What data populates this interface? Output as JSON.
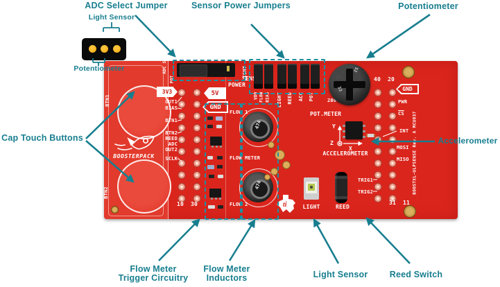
{
  "figure": {
    "annotation_color": "#177E8F",
    "dash_color": "#1F8FA0",
    "board_color": "#DA251C",
    "legend_dot_color": "#F5A300"
  },
  "annotations": {
    "adc_select_jumper": "ADC Select Jumper",
    "sensor_power_jumpers": "Sensor Power Jumpers",
    "potentiometer": "Potentiometer",
    "cap_touch_buttons": "Cap Touch Buttons",
    "accelerometer": "Accelerometer",
    "flow_meter_trigger_line1": "Flow Meter",
    "flow_meter_trigger_line2": "Trigger Circuitry",
    "flow_meter_inductors_line1": "Flow Meter",
    "flow_meter_inductors_line2": "Inductors",
    "light_sensor": "Light Sensor",
    "reed_switch": "Reed Switch"
  },
  "legend": {
    "light_sensor_label": "Light Sensor",
    "potentiometer_label": "Potentiometer"
  },
  "board": {
    "tags": {
      "v33": "3V3",
      "v5": "5V",
      "gnd_left": "GND",
      "gnd_right": "GND"
    },
    "left_pins": [
      "OUT1",
      "BIAS",
      "BTN1",
      "BTN2",
      "REED",
      "ADC",
      "OUT2",
      "SCLK"
    ],
    "right_pins": [
      "PWR",
      "CS",
      "INT",
      "MOSI",
      "MISO"
    ],
    "trig1": "TRIG1",
    "trig2": "TRIG2",
    "pin_numbers": {
      "left_bottom": "10  30",
      "right_top": "40  20",
      "right_bottom": "31  11"
    },
    "adc_area": {
      "sel_line1": "ADC",
      "sel_line2": "SEL",
      "pot": "POT",
      "light": "LIGHT"
    },
    "sensor_power_title1": "SENSOR",
    "sensor_power_title2": "POWER",
    "channels": [
      "VDD",
      "FLOW",
      "BIAS",
      "LIGHT",
      "REED",
      "ACC",
      "POT"
    ],
    "pot_value": "200  kΩ",
    "pot_marking1": "33",
    "pot_marking2": "52",
    "pot_label": "POT.METER",
    "accel_label": "ACCELEROMETER",
    "axis": {
      "x": "X",
      "y": "Y",
      "z": "Z"
    },
    "flow1": "FLOW 1",
    "flow_meter": "FLOW METER",
    "flow2": "FLOW 2",
    "light": "LIGHT",
    "reed": "REED",
    "btn1": "BTN1",
    "btn2": "BTN2",
    "boosterpack": "BOOSTERPACK",
    "inductor_value": "474",
    "inductor_value2": "474",
    "edge_text": "BOOSTXL-ULPSENSE Rev. A MCU037",
    "ti": "ti"
  }
}
